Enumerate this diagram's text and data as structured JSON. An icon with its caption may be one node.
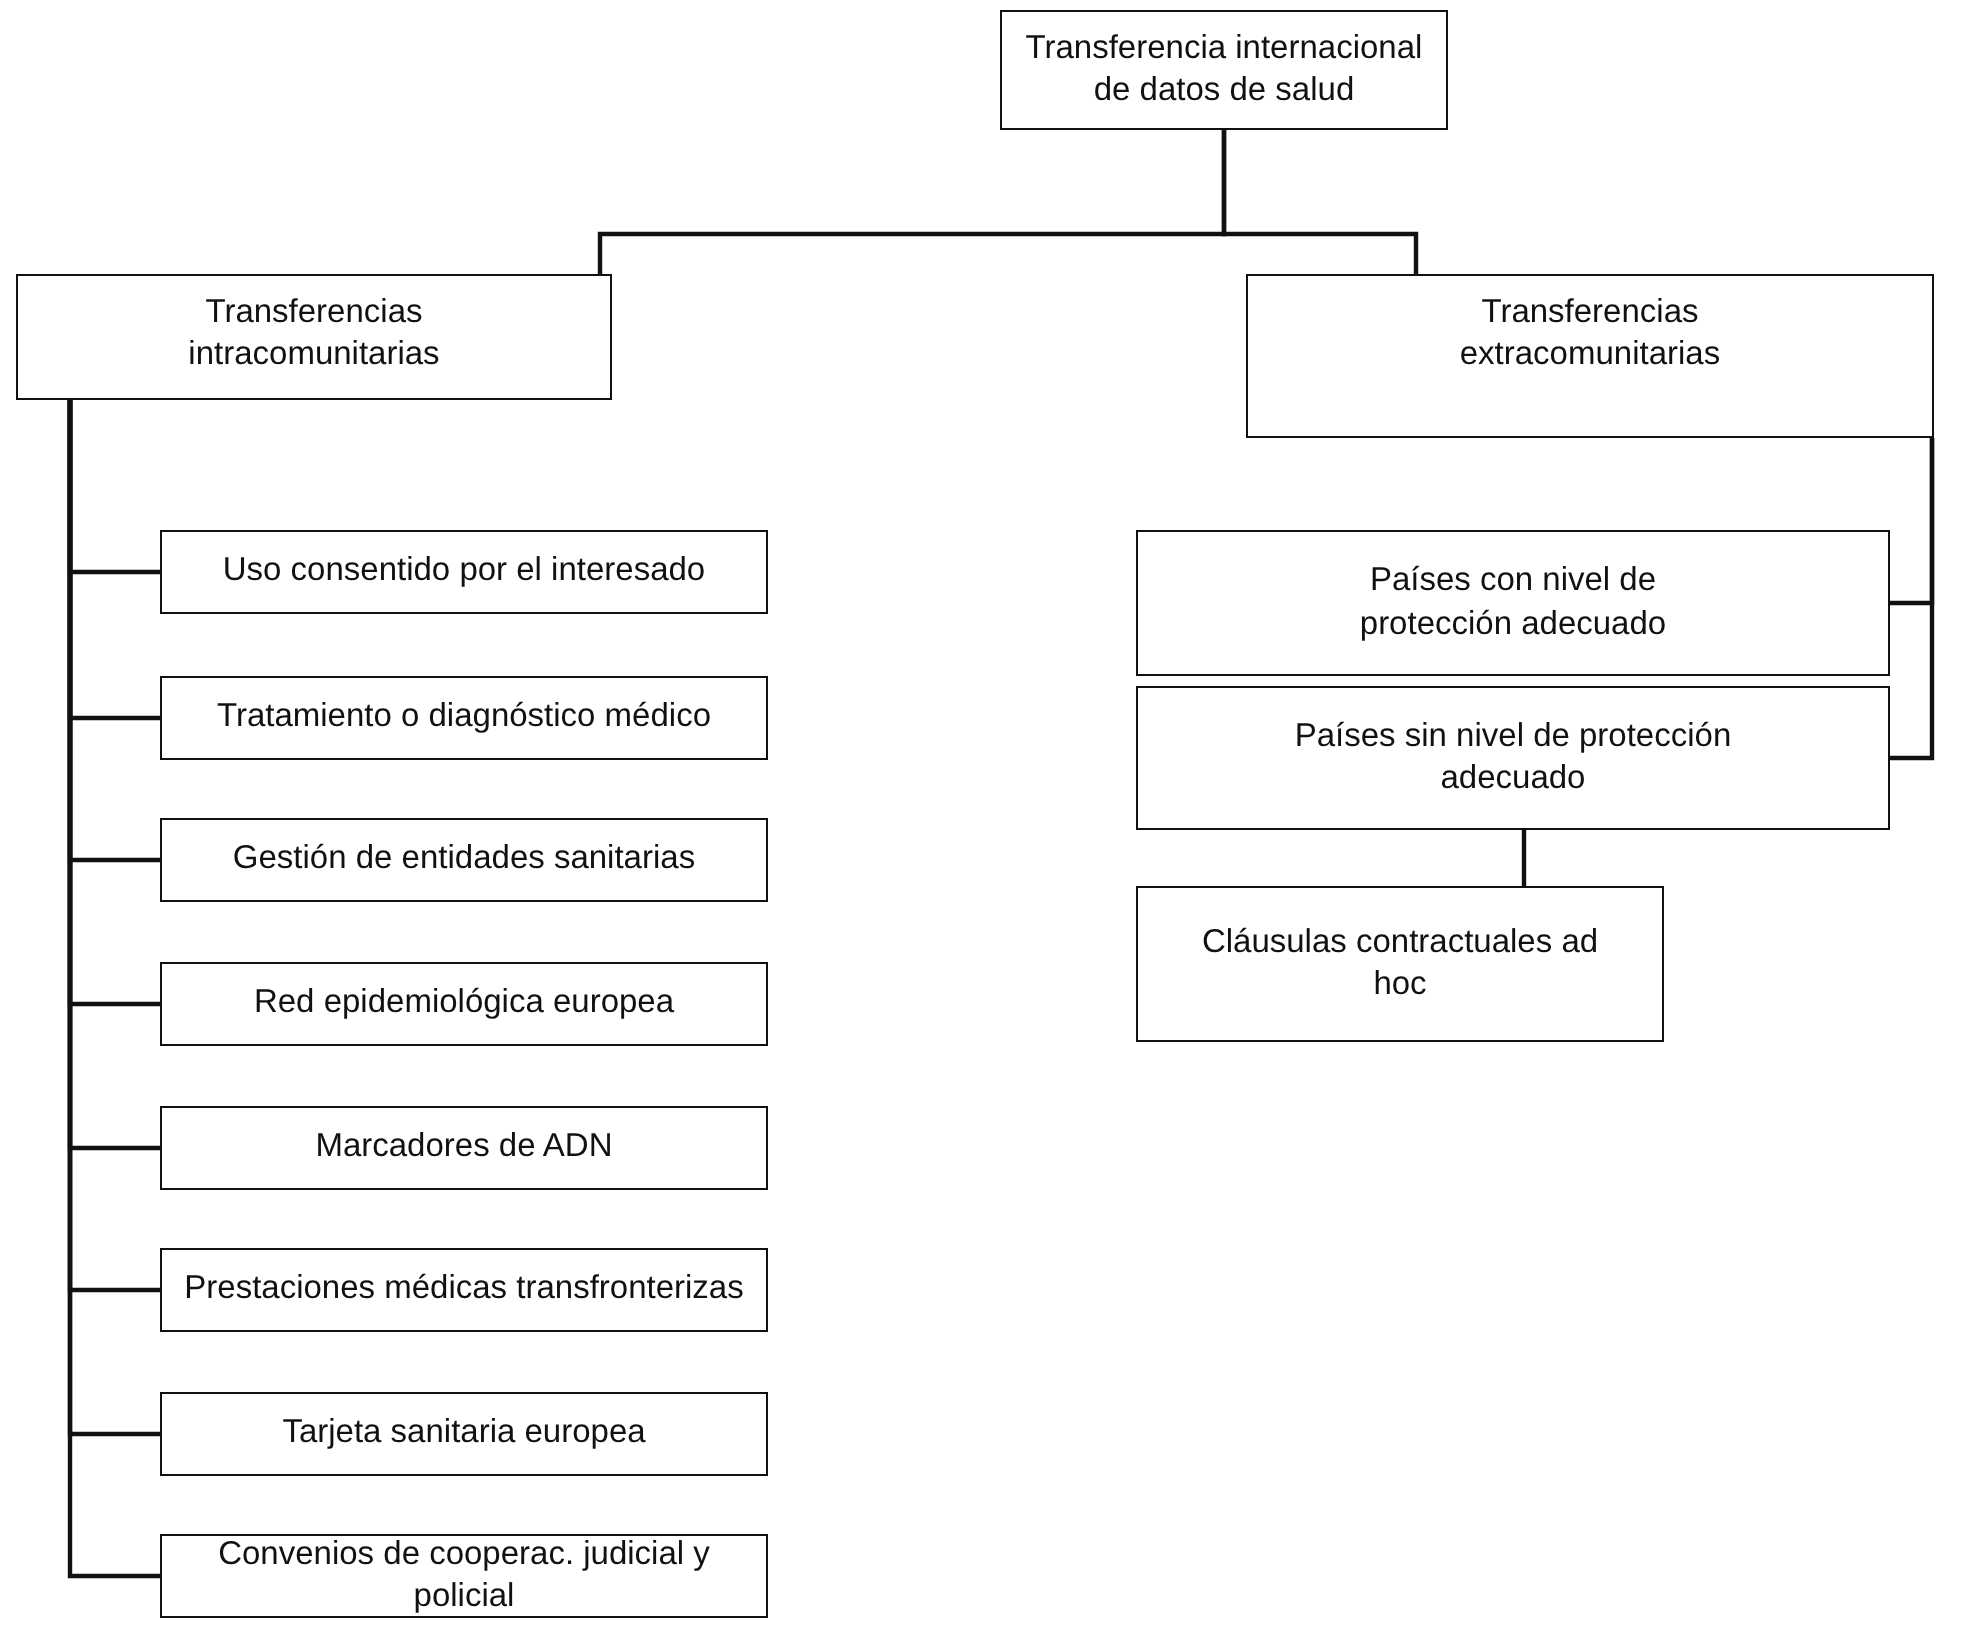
{
  "diagram": {
    "nodes": [
      {
        "text": [
          "Transferencia internacional de datos de salud"
        ]
      },
      {
        "text": [
          "Transferencias intracomunitarias"
        ]
      },
      {
        "text": [
          "Transferencias extracomunitarias"
        ]
      },
      {
        "text": [
          "Uso consentido por el interesado"
        ]
      },
      {
        "text": [
          "Tratamiento o diagnóstico médico"
        ]
      },
      {
        "text": [
          "Gestión de entidades sanitarias"
        ]
      },
      {
        "text": [
          "Red epidemiológica europea"
        ]
      },
      {
        "text": [
          "Marcadores de ADN"
        ]
      },
      {
        "text": [
          "Prestaciones médicas transfronterizas"
        ]
      },
      {
        "text": [
          "Tarjeta sanitaria europea"
        ]
      },
      {
        "text": [
          "Convenios de cooperac. judicial y policial"
        ]
      },
      {
        "text": [
          "Países con nivel de protección adecuado"
        ]
      },
      {
        "text": [
          "Países sin nivel de protección adecuado"
        ]
      },
      {
        "text": [
          "Cláusulas contractuales ad hoc"
        ]
      }
    ],
    "edges": [
      {
        "from": 0,
        "to": 1,
        "arrow": "none"
      },
      {
        "from": 0,
        "to": 2,
        "arrow": "none"
      },
      {
        "from": 1,
        "to": 3,
        "arrow": "none"
      },
      {
        "from": 1,
        "to": 4,
        "arrow": "none"
      },
      {
        "from": 1,
        "to": 5,
        "arrow": "none"
      },
      {
        "from": 1,
        "to": 6,
        "arrow": "none"
      },
      {
        "from": 1,
        "to": 7,
        "arrow": "none"
      },
      {
        "from": 1,
        "to": 8,
        "arrow": "none"
      },
      {
        "from": 1,
        "to": 9,
        "arrow": "none"
      },
      {
        "from": 1,
        "to": 10,
        "arrow": "none"
      },
      {
        "from": 2,
        "to": 11,
        "arrow": "none"
      },
      {
        "from": 2,
        "to": 12,
        "arrow": "none"
      },
      {
        "from": 12,
        "to": 13,
        "arrow": "none"
      }
    ]
  }
}
